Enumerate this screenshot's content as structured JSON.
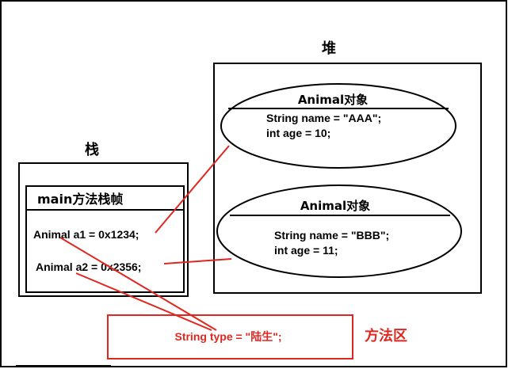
{
  "colors": {
    "outline": "#000000",
    "pointer": "#e0271f",
    "background": "#ffffff"
  },
  "heap": {
    "title": "堆",
    "objects": [
      {
        "header": "Animal对象",
        "fields": [
          "String name = \"AAA\";",
          "int age = 10;"
        ]
      },
      {
        "header": "Animal对象",
        "fields": [
          "String name = \"BBB\";",
          "int age = 11;"
        ]
      }
    ]
  },
  "stack": {
    "title": "栈",
    "frame_title": "main方法栈帧",
    "vars": [
      "Animal a1 = 0x1234;",
      "Animal a2 = 0x2356;"
    ]
  },
  "method_area": {
    "label": "方法区",
    "content": "String type = \"陆生\";"
  }
}
